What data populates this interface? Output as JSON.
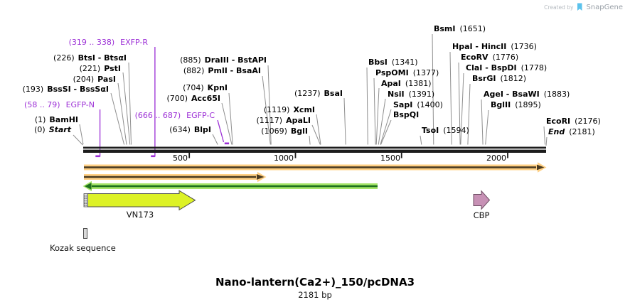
{
  "title": {
    "name": "Nano-lantern(Ca2+)_150/pcDNA3",
    "length": "2181 bp"
  },
  "watermark": {
    "prefix": "Created by",
    "brand": "SnapGene"
  },
  "ruler": {
    "ticks": [
      "500",
      "1000",
      "1500",
      "2000"
    ]
  },
  "sites": {
    "left": [
      {
        "pos": "(319 .. 338)",
        "name": "EXFP-R",
        "kind": "primer"
      },
      {
        "pos": "(226)",
        "name": "BtsI - BtsαI"
      },
      {
        "pos": "(221)",
        "name": "PstI"
      },
      {
        "pos": "(204)",
        "name": "PasI"
      },
      {
        "pos": "(193)",
        "name": "BssSI - BssSαI"
      },
      {
        "pos": "(58 .. 79)",
        "name": "EGFP-N",
        "kind": "primer"
      },
      {
        "pos": "(1)",
        "name": "BamHI"
      },
      {
        "pos": "(0)",
        "name": "Start",
        "kind": "terminus"
      }
    ],
    "mid": [
      {
        "pos": "(885)",
        "name": "DraIII - BstAPI"
      },
      {
        "pos": "(882)",
        "name": "PmlI - BsaAI"
      },
      {
        "pos": "(704)",
        "name": "KpnI"
      },
      {
        "pos": "(700)",
        "name": "Acc65I"
      },
      {
        "pos": "(666 .. 687)",
        "name": "EGFP-C",
        "kind": "primer"
      },
      {
        "pos": "(634)",
        "name": "BlpI"
      },
      {
        "pos": "(1237)",
        "name": "BsaI"
      },
      {
        "pos": "(1119)",
        "name": "XcmI"
      },
      {
        "pos": "(1117)",
        "name": "ApaLI"
      },
      {
        "pos": "(1069)",
        "name": "BglI"
      }
    ],
    "right": [
      {
        "name": "BsmI",
        "pos": "(1651)"
      },
      {
        "name": "HpaI - HincII",
        "pos": "(1736)"
      },
      {
        "name": "EcoRV",
        "pos": "(1776)"
      },
      {
        "name": "ClaI - BspDI",
        "pos": "(1778)"
      },
      {
        "name": "BsrGI",
        "pos": "(1812)"
      },
      {
        "name": "AgeI - BsaWI",
        "pos": "(1883)"
      },
      {
        "name": "BglII",
        "pos": "(1895)"
      },
      {
        "name": "EcoRI",
        "pos": "(2176)"
      },
      {
        "name": "End",
        "pos": "(2181)",
        "kind": "terminus"
      },
      {
        "name": "BbsI",
        "pos": "(1341)"
      },
      {
        "name": "PspOMI",
        "pos": "(1377)"
      },
      {
        "name": "ApaI",
        "pos": "(1381)"
      },
      {
        "name": "NsiI",
        "pos": "(1391)"
      },
      {
        "name": "SapI",
        "pos": "(1400)"
      },
      {
        "name": "BspQI",
        "pos": ""
      },
      {
        "name": "TsoI",
        "pos": "(1594)"
      }
    ]
  },
  "features": {
    "vn173": "VN173",
    "cbp": "CBP",
    "kozak": "Kozak sequence"
  },
  "colors": {
    "primer_purple": "#9C2FD6",
    "leader_gray": "#8f8f8f",
    "sequence_black": "#1c1c1c",
    "orange_band": "#FFD084",
    "orange_core": "#4a3b22",
    "green_band": "#A5E568",
    "green_core": "#1e701e",
    "vn173_fill": "#DDF226",
    "vn173_stroke": "#4d4d4d",
    "cbp_fill": "#C791B5",
    "cbp_stroke": "#6e4e63",
    "kozak_fill": "#d9d9d9",
    "watermark_gray": "#9aa1a8",
    "snapgene_blue": "#5bc2ec"
  }
}
